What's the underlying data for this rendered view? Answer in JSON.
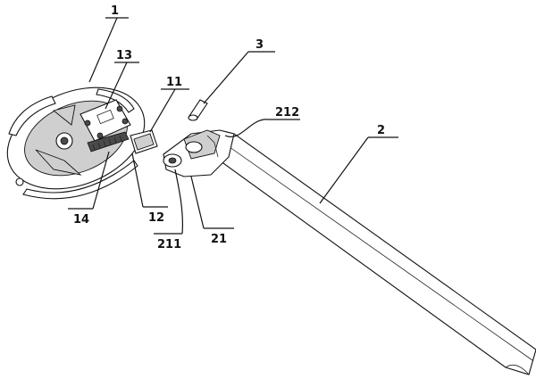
{
  "labels": {
    "l1": "1",
    "l13": "13",
    "l11": "11",
    "l3": "3",
    "l212": "212",
    "l2": "2",
    "l14": "14",
    "l12": "12",
    "l211": "211",
    "l21": "21"
  }
}
